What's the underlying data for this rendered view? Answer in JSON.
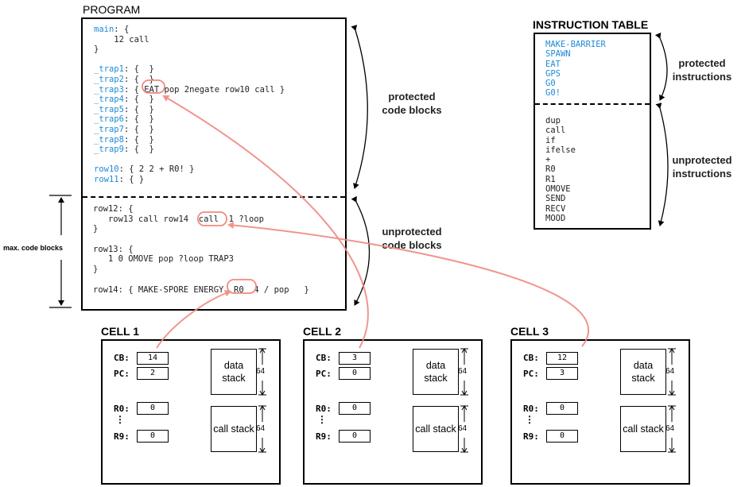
{
  "program": {
    "title": "PROGRAM",
    "lines": [
      {
        "k": "main",
        "t": ": {"
      },
      {
        "t": "    12 call"
      },
      {
        "t": "}"
      },
      {
        "t": ""
      },
      {
        "k": "_trap1",
        "t": ": {  }"
      },
      {
        "k": "_trap2",
        "t": ": {  }"
      },
      {
        "k": "_trap3",
        "t": ": { EAT pop 2negate row10 call }"
      },
      {
        "k": "_trap4",
        "t": ": {  }"
      },
      {
        "k": "_trap5",
        "t": ": {  }"
      },
      {
        "k": "_trap6",
        "t": ": {  }"
      },
      {
        "k": "_trap7",
        "t": ": {  }"
      },
      {
        "k": "_trap8",
        "t": ": {  }"
      },
      {
        "k": "_trap9",
        "t": ": {  }"
      },
      {
        "t": ""
      },
      {
        "k": "row10",
        "t": ": { 2 2 + R0! }"
      },
      {
        "k": "row11",
        "t": ": { }"
      }
    ],
    "lines2": [
      "row12: {",
      "   row13 call row14  call  1 ?loop",
      "}",
      "",
      "row13: {",
      "   1 0 OMOVE pop ?loop TRAP3",
      "}",
      "",
      "row14: { MAKE-SPORE ENERGY  R0  4 / pop   }"
    ],
    "protected_label": [
      "protected",
      "code blocks"
    ],
    "unprotected_label": [
      "unprotected",
      "code blocks"
    ],
    "max_label": "max. code blocks"
  },
  "instruction_table": {
    "title": "INSTRUCTION TABLE",
    "protected": [
      "MAKE-BARRIER",
      "SPAWN",
      "EAT",
      "GPS",
      "G0",
      "G0!"
    ],
    "unprotected": [
      "dup",
      "call",
      "if",
      "ifelse",
      "+",
      "R0",
      "R1",
      "OMOVE",
      "SEND",
      "RECV",
      "MOOD"
    ],
    "protected_label": [
      "protected",
      "instructions"
    ],
    "unprotected_label": [
      "unprotected",
      "instructions"
    ]
  },
  "cells": [
    {
      "title": "CELL 1",
      "cb": "14",
      "pc": "2",
      "r0": "0",
      "r9": "0"
    },
    {
      "title": "CELL 2",
      "cb": "3",
      "pc": "0",
      "r0": "0",
      "r9": "0"
    },
    {
      "title": "CELL 3",
      "cb": "12",
      "pc": "3",
      "r0": "0",
      "r9": "0"
    }
  ],
  "cell_labels": {
    "cb": "CB:",
    "pc": "PC:",
    "r0": "R0:",
    "r9": "R9:",
    "dots": "⋮",
    "data_stack": "data stack",
    "call_stack": "call stack",
    "size": "64"
  },
  "colors": {
    "keyword": "#1f8ad6",
    "link": "#f08a80"
  }
}
